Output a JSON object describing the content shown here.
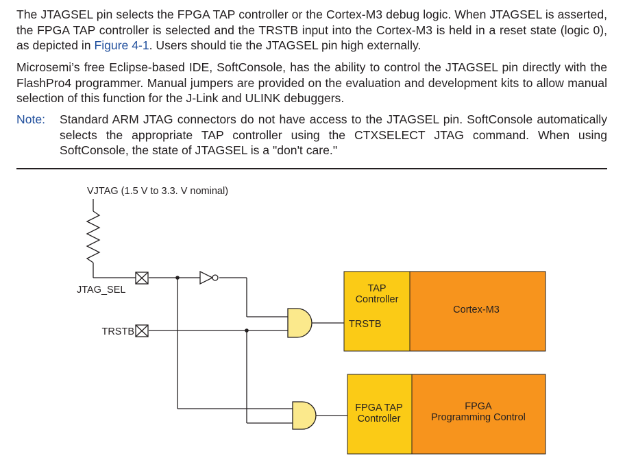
{
  "paragraphs": {
    "p1_before": "The JTAGSEL pin selects the FPGA TAP controller or the Cortex-M3 debug logic. When JTAGSEL is asserted, the FPGA TAP controller is selected and the TRSTB input into the Cortex-M3 is held in a reset state (logic 0), as depicted in ",
    "p1_link": "Figure 4-1",
    "p1_after": ". Users should tie the JTAGSEL pin high externally.",
    "p2": "Microsemi’s free Eclipse-based IDE, SoftConsole, has the ability to control the JTAGSEL pin directly with the FlashPro4 programmer. Manual jumpers are provided on the evaluation and development kits to allow manual selection of this function for the J-Link and ULINK debuggers."
  },
  "note": {
    "label": "Note:",
    "text": "Standard ARM JTAG connectors do not have access to the JTAGSEL pin. SoftConsole automatically selects the appropriate TAP controller using the CTXSELECT JTAG command. When using SoftConsole, the state of JTAGSEL is a \"don't care.\""
  },
  "diagram": {
    "vjtag_label": "VJTAG (1.5 V to 3.3. V nominal)",
    "jtag_sel_label": "JTAG_SEL",
    "trstb_pin_label": "TRSTB",
    "tap_controller_line1": "TAP",
    "tap_controller_line2": "Controller",
    "trstb_input_label": "TRSTB",
    "cortex_label": "Cortex-M3",
    "fpga_tap_line1": "FPGA TAP",
    "fpga_tap_line2": "Controller",
    "fpga_prog_line1": "FPGA",
    "fpga_prog_line2": "Programming Control",
    "colors": {
      "yellow": "#fbcb16",
      "orange": "#f7941d",
      "gate_fill": "#fbe98c",
      "line": "#231f20"
    }
  }
}
